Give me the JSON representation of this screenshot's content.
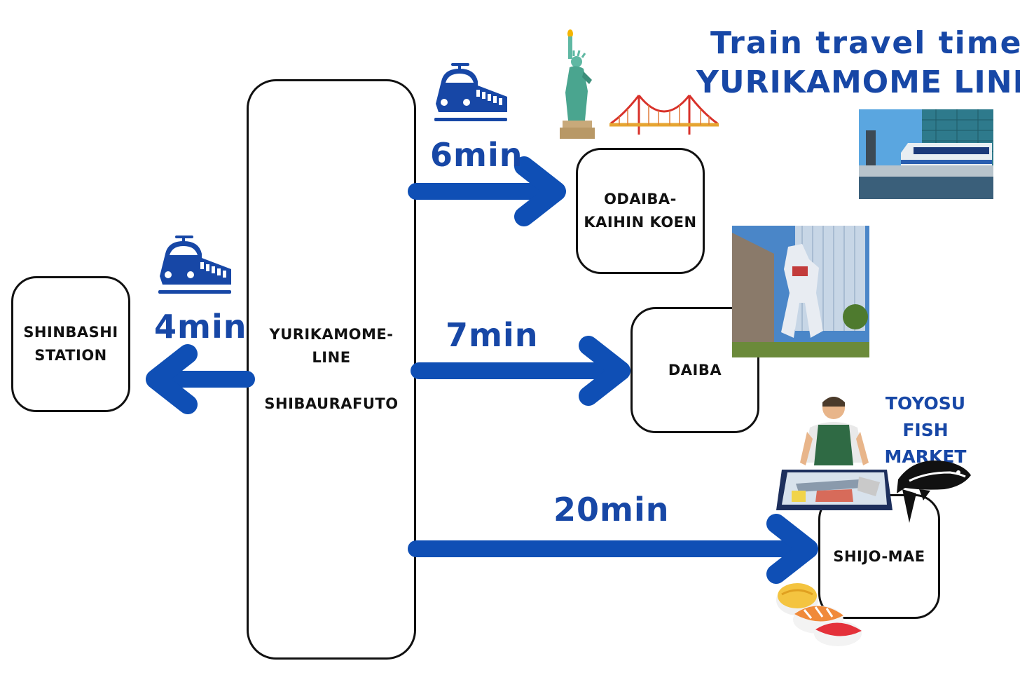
{
  "title": {
    "line1": "Train travel time",
    "line2": "YURIKAMOME LINE"
  },
  "stations": {
    "hub": {
      "line1": "YURIKAMOME-\nLINE",
      "line2": "SHIBAURAFUTO"
    },
    "shinbashi": "SHINBASHI\nSTATION",
    "odaiba": "ODAIBA-\nKAIHIN KOEN",
    "daiba": "DAIBA",
    "shijo": "SHIJO-MAE"
  },
  "routes": {
    "shinbashi_time": "4min",
    "odaiba_time": "6min",
    "daiba_time": "7min",
    "shijo_time": "20min"
  },
  "labels": {
    "toyosu": "TOYOSU\nFISH MARKET"
  },
  "icons": {
    "train": "train-icon",
    "statue": "statue-of-liberty-icon",
    "bridge": "rainbow-bridge-icon",
    "monorail_photo": "monorail-photo",
    "gundam_photo": "gundam-statue-photo",
    "fishmonger": "fishmonger-icon",
    "tuna": "tuna-icon",
    "sushi": "sushi-icon"
  },
  "colors": {
    "accent": "#1747a6",
    "arrow": "#0f4fb5",
    "border": "#111111"
  }
}
